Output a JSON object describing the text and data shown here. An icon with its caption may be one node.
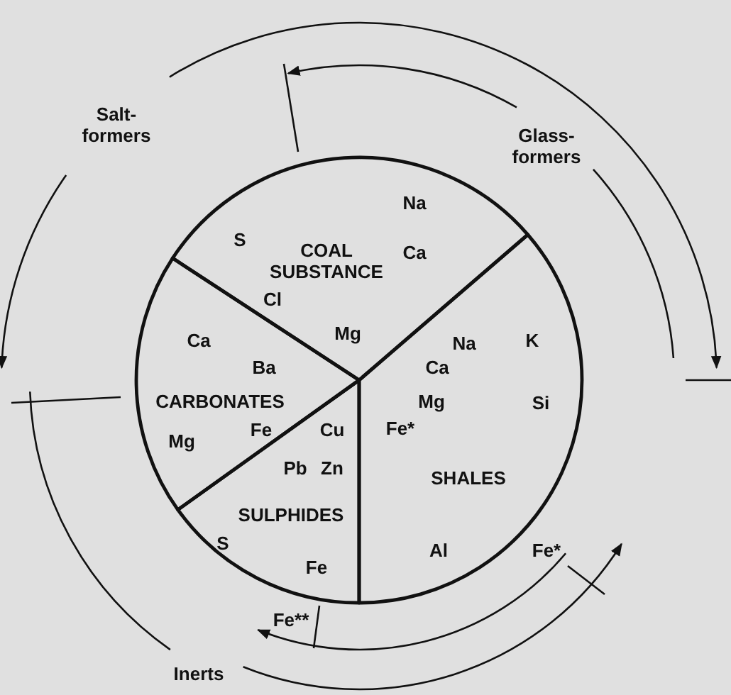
{
  "diagram": {
    "nodes": [
      {
        "text": [
          "Na",
          "S",
          "COAL SUBSTANCE",
          "Ca",
          "Cl",
          "Mg"
        ]
      },
      {
        "text": [
          "Ca",
          "Ba",
          "CARBONATES",
          "Fe",
          "Mg"
        ]
      },
      {
        "text": [
          "Cu",
          "Pb",
          "Zn",
          "SULPHIDES",
          "S",
          "Fe"
        ]
      },
      {
        "text": [
          "Na",
          "K",
          "Ca",
          "Mg",
          "Si",
          "Fe*",
          "SHALES",
          "Al"
        ]
      }
    ],
    "labels": [
      "Salt-formers",
      "Glass-formers",
      "Fe*",
      "Fe**",
      "Inerts"
    ]
  }
}
